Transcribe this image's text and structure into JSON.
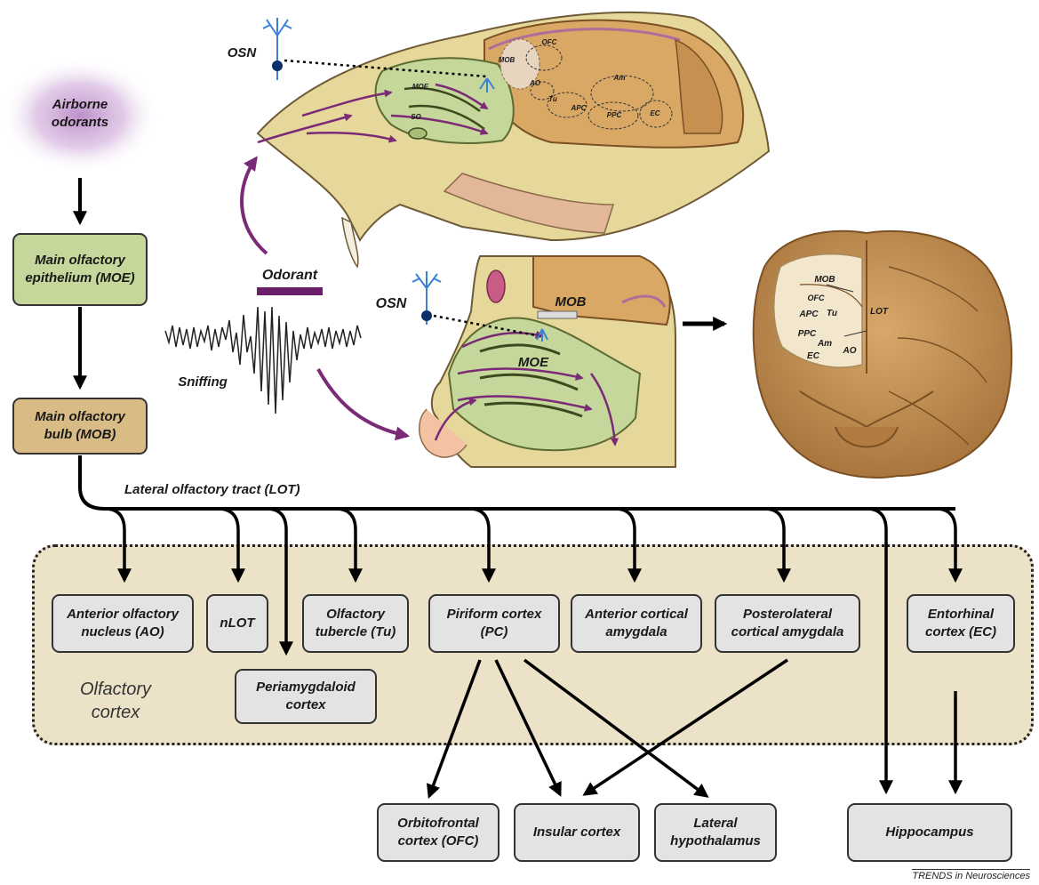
{
  "left_chain": {
    "airborne": "Airborne odorants",
    "moe_box": "Main olfactory epithelium (MOE)",
    "mob_box": "Main olfactory bulb (MOB)"
  },
  "lot_label": "Lateral olfactory tract (LOT)",
  "cortex_label": "Olfactory cortex",
  "cortex_boxes": {
    "ao": "Anterior olfactory nucleus (AO)",
    "nlot": "nLOT",
    "tu": "Olfactory tubercle (Tu)",
    "periamygdaloid": "Periamygdaloid cortex",
    "pc": "Piriform cortex (PC)",
    "aca": "Anterior cortical amygdala",
    "pla": "Posterolateral cortical amygdala",
    "ec": "Entorhinal cortex (EC)"
  },
  "target_boxes": {
    "ofc": "Orbitofrontal cortex (OFC)",
    "insular": "Insular cortex",
    "lh": "Lateral hypothalamus",
    "hippocampus": "Hippocampus"
  },
  "illustration": {
    "odorant": "Odorant",
    "sniffing": "Sniffing",
    "osn_top": "OSN",
    "osn_mid": "OSN",
    "rodent_labels": {
      "mob": "MOB",
      "moe": "MOE",
      "so": "SO",
      "ofc": "OFC",
      "ao": "AO",
      "tu": "Tu",
      "apc": "APC",
      "am": "Am",
      "ppc": "PPC",
      "ec": "EC"
    },
    "human_labels": {
      "mob": "MOB",
      "moe": "MOE"
    },
    "brain_labels": {
      "mob": "MOB",
      "ofc": "OFC",
      "apc": "APC",
      "tu": "Tu",
      "lot": "LOT",
      "ppc": "PPC",
      "am": "Am",
      "ec": "EC",
      "ao": "AO"
    }
  },
  "credit": "TRENDS in Neurosciences",
  "colors": {
    "purple_arrow": "#7b2a78",
    "odorant_bar": "#6b1f6b",
    "green_epithelium": "#c5d79a",
    "brain_tan": "#d9a865",
    "cortex_fill": "#ece2c8",
    "box_gray": "#e3e3e3"
  }
}
